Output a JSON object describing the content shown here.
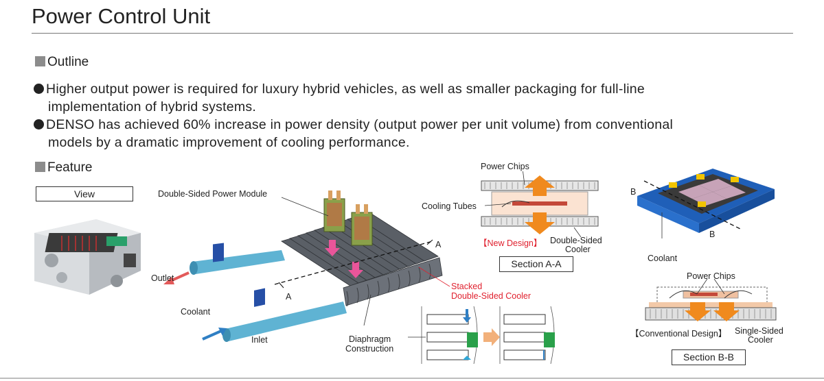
{
  "page": {
    "title": "Power Control Unit"
  },
  "outline": {
    "heading": "Outline",
    "bullets": [
      {
        "line1": "Higher output power is required for luxury hybrid vehicles, as well as smaller packaging for full-line",
        "line2": "implementation of hybrid systems."
      },
      {
        "line1": "DENSO has achieved 60% increase in power density (output power per unit volume) from conventional",
        "line2": "models by a dramatic improvement of cooling performance."
      }
    ]
  },
  "feature": {
    "heading": "Feature",
    "view_label": "View"
  },
  "main_diagram": {
    "double_sided_power_module": "Double-Sided Power Module",
    "outlet": "Outlet",
    "coolant": "Coolant",
    "inlet": "Inlet",
    "section_marker_a": "A",
    "stacked_line1": "Stacked",
    "stacked_line2": "Double-Sided Cooler",
    "diaphragm_line1": "Diaphragm",
    "diaphragm_line2": "Construction"
  },
  "section_aa": {
    "power_chips": "Power Chips",
    "cooling_tubes": "Cooling Tubes",
    "new_design": "【New Design】",
    "double_sided_line1": "Double-Sided",
    "double_sided_line2": "Cooler",
    "caption": "Section A-A"
  },
  "section_bb": {
    "marker_b": "B",
    "coolant": "Coolant",
    "power_chips": "Power Chips",
    "conventional_design": "【Conventional Design】",
    "single_sided_line1": "Single-Sided",
    "single_sided_line2": "Cooler",
    "caption": "Section B-B"
  },
  "colors": {
    "accent_red": "#e0202e",
    "arrow_orange": "#f08a1e",
    "pipe_blue": "#4aa3c8",
    "module_blue": "#1f5fb8"
  }
}
